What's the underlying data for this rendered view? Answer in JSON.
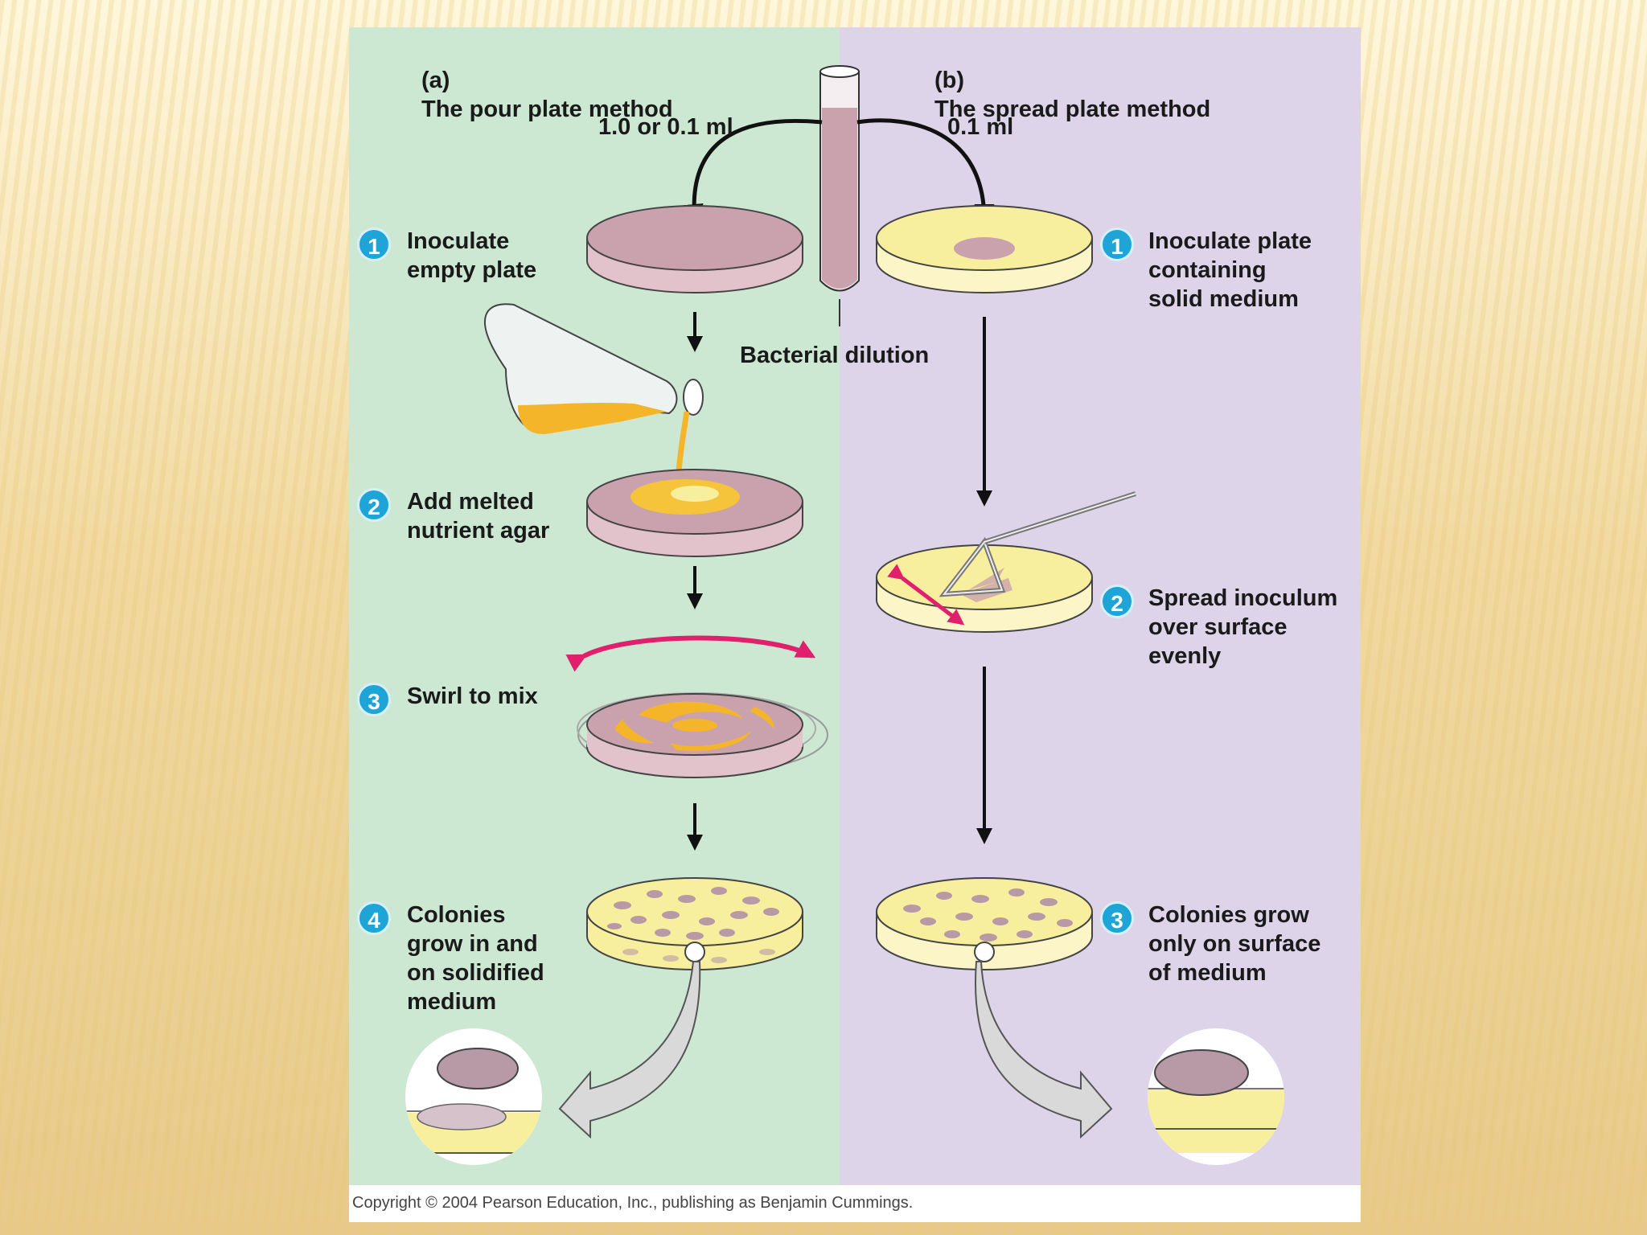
{
  "headings": {
    "a_prefix": "(a)",
    "a_title": "The pour plate method",
    "b_prefix": "(b)",
    "b_title": "The spread plate method"
  },
  "volumes": {
    "pour": "1.0 or 0.1 ml",
    "spread": "0.1 ml"
  },
  "tube_label": "Bacterial dilution",
  "pour_steps": [
    {
      "num": "1",
      "text": "Inoculate\nempty plate"
    },
    {
      "num": "2",
      "text": "Add melted\nnutrient agar"
    },
    {
      "num": "3",
      "text": "Swirl to mix"
    },
    {
      "num": "4",
      "text": "Colonies\ngrow in and\non solidified\nmedium"
    }
  ],
  "spread_steps": [
    {
      "num": "1",
      "text": "Inoculate plate\ncontaining\nsolid medium"
    },
    {
      "num": "2",
      "text": "Spread inoculum\nover surface\nevenly"
    },
    {
      "num": "3",
      "text": "Colonies grow\nonly on surface\nof medium"
    }
  ],
  "copyright": "Copyright © 2004 Pearson Education, Inc., publishing as Benjamin Cummings.",
  "colors": {
    "pour_panel": "#cde8d2",
    "spread_panel": "#ddd4e9",
    "dilution": "#c9a2ad",
    "agar": "#f8ef9e",
    "molten_agar": "#f5b52a",
    "colony": "#b79aa6",
    "step_badge": "#1fa4d8",
    "swirl_arrow": "#e0206c"
  }
}
